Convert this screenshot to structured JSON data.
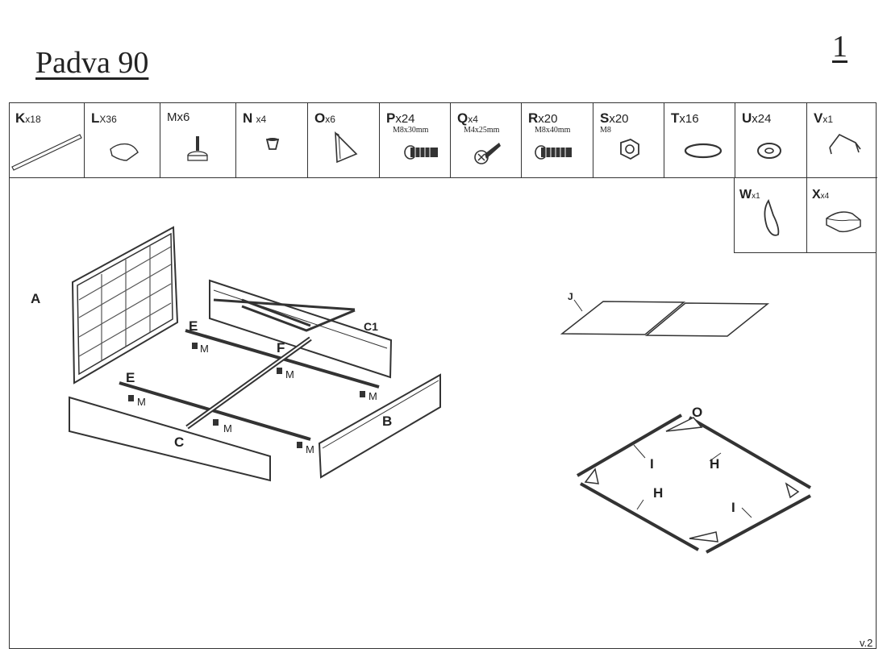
{
  "header": {
    "title": "Padva 90",
    "page_number": "1"
  },
  "parts": [
    {
      "letter": "K",
      "qty": "x18",
      "size": "",
      "icon": "slat-icon"
    },
    {
      "letter": "L",
      "qty": "X36",
      "size": "",
      "icon": "slat-cap-icon"
    },
    {
      "letter": "M",
      "qty": "x6",
      "size": "",
      "icon": "leg-foot-icon"
    },
    {
      "letter": "N",
      "qty": "x4",
      "size": "",
      "icon": "cap-icon"
    },
    {
      "letter": "O",
      "qty": "x6",
      "size": "",
      "icon": "corner-bracket-icon"
    },
    {
      "letter": "P",
      "qty": "x24",
      "size": "M8x30mm",
      "icon": "bolt-icon"
    },
    {
      "letter": "Q",
      "qty": "x4",
      "size": "M4x25mm",
      "icon": "screw-icon"
    },
    {
      "letter": "R",
      "qty": "x20",
      "size": "M8x40mm",
      "icon": "bolt-icon"
    },
    {
      "letter": "S",
      "qty": "x20",
      "size": "M8",
      "icon": "nut-icon"
    },
    {
      "letter": "T",
      "qty": "x16",
      "size": "",
      "icon": "spring-washer-icon"
    },
    {
      "letter": "U",
      "qty": "x24",
      "size": "",
      "icon": "washer-icon"
    },
    {
      "letter": "V",
      "qty": "x1",
      "size": "",
      "icon": "hook-icon"
    }
  ],
  "extra_parts": [
    {
      "letter": "W",
      "qty": "x1",
      "icon": "allen-key-icon"
    },
    {
      "letter": "X",
      "qty": "x4",
      "icon": "slat-holder-icon"
    }
  ],
  "labels": {
    "A": "A",
    "B": "B",
    "C": "C",
    "C1": "C1",
    "E1": "E",
    "E2": "E",
    "F": "F",
    "M": "M",
    "J": "J",
    "O": "O",
    "H1": "H",
    "H2": "H",
    "I1": "I",
    "I2": "I"
  },
  "footer": {
    "version": "v.2"
  }
}
